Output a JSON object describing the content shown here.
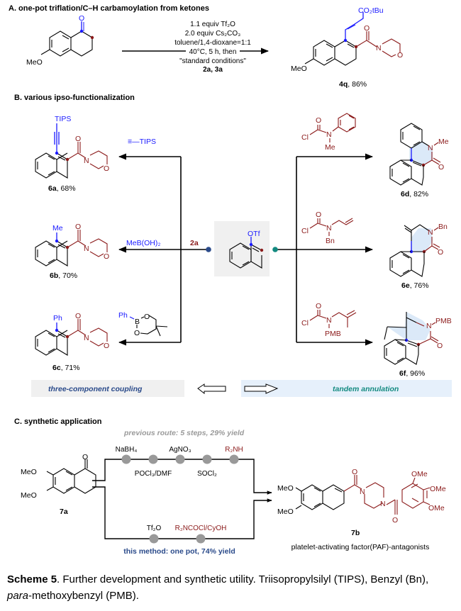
{
  "colors": {
    "blue": "#1a1aff",
    "dark_red": "#8b1a1a",
    "navy": "#2a4a8a",
    "teal": "#138a80",
    "gray_dot": "#999999",
    "gray_text": "#9a9a9a",
    "panel_gray": "#f0f0f0",
    "panel_blue": "#e6f0fb"
  },
  "section_a": {
    "title": "A. one-pot triflation/C–H carbamoylation from ketones",
    "sm_label": "MeO",
    "conditions": [
      "1.1 equiv Tf₂O",
      "2.0 equiv Cs₂CO₃",
      "toluene/1,4-dioxane=1:1",
      "40°C, 5 h, then",
      "\"standard conditions\""
    ],
    "reagents": "2a, 3a",
    "product": {
      "id": "4q",
      "yield": ", 86%",
      "substituent": "CO₂tBu",
      "meo": "MeO"
    }
  },
  "section_b": {
    "title": "B. various ipso-functionalization",
    "center": {
      "label": "OTf",
      "reagent": "2a"
    },
    "left_products": [
      {
        "id": "6a",
        "yield": ", 68%",
        "group": "TIPS",
        "reagent": "≡—TIPS"
      },
      {
        "id": "6b",
        "yield": ", 70%",
        "group": "Me",
        "reagent": "MeB(OH)₂"
      },
      {
        "id": "6c",
        "yield": ", 71%",
        "group": "Ph",
        "reagent_atoms": {
          "ph": "Ph",
          "b": "B",
          "o1": "O",
          "o2": "O"
        }
      }
    ],
    "right_products": [
      {
        "id": "6d",
        "yield": ", 82%",
        "n_sub": "Me",
        "reagent": {
          "cl": "Cl",
          "n": "N",
          "o": "O",
          "sub": "Me"
        }
      },
      {
        "id": "6e",
        "yield": ", 76%",
        "n_sub": "Bn",
        "reagent": {
          "cl": "Cl",
          "n": "N",
          "o": "O",
          "sub": "Bn"
        }
      },
      {
        "id": "6f",
        "yield": ", 96%",
        "n_sub": "PMB",
        "reagent": {
          "cl": "Cl",
          "n": "N",
          "o": "O",
          "sub": "PMB"
        }
      }
    ],
    "banner_left": "three-component coupling",
    "banner_right": "tandem annulation"
  },
  "section_c": {
    "title": "C. synthetic application",
    "previous_route": "previous route: 5 steps, 29% yield",
    "top_steps_above": [
      "NaBH₄",
      "AgNO₃",
      "R₂NH"
    ],
    "top_steps_below": [
      "POCl₃/DMF",
      "SOCl₂"
    ],
    "bottom_steps": [
      "Tf₂O",
      "R₂NCOCl/CyOH"
    ],
    "this_method": "this method: one pot, 74% yield",
    "sm": {
      "id": "7a",
      "meo1": "MeO",
      "meo2": "MeO"
    },
    "product": {
      "id": "7b",
      "desc": "platelet-activating factor(PAF)-antagonists",
      "meo1": "MeO",
      "meo2": "MeO",
      "ome": "OMe"
    }
  },
  "caption": {
    "bold": "Scheme 5",
    "text1": ". Further development and synthetic utility. Triisopropylsilyl (TIPS), Benzyl (Bn), ",
    "italic": "para",
    "text2": "-methoxybenzyl (PMB)."
  }
}
